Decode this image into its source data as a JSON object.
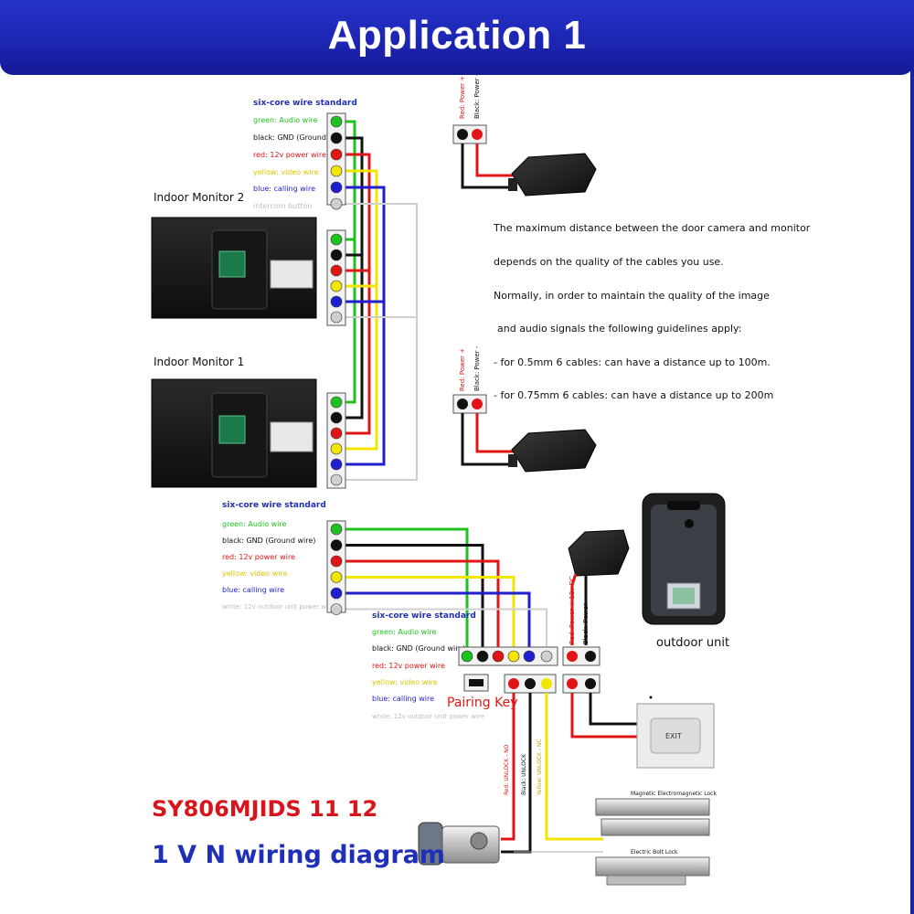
{
  "title": "Application 1",
  "colors": {
    "header": "#1c24b0",
    "green": "#1ec21e",
    "black": "#111111",
    "red": "#e01616",
    "yellow": "#f2e600",
    "blue": "#1f1fd0",
    "white": "#cfcfcf",
    "product_red": "#d8141c",
    "product_blue": "#1f2fb8"
  },
  "std_top": {
    "heading": "six-core wire standard",
    "items": [
      "green: Audio wire",
      "black: GND (Ground wire)",
      "red: 12v power wire",
      "yellow: video wire",
      "blue: calling wire",
      "intercom button"
    ]
  },
  "std_mid": {
    "heading": "six-core wire standard",
    "items": [
      "green: Audio wire",
      "black: GND (Ground wire)",
      "red: 12v power wire",
      "yellow: video wire",
      "blue: calling wire",
      "white: 12v outdoor unit power wire"
    ]
  },
  "std_low": {
    "heading": "six-core wire standard",
    "items": [
      "green: Audio wire",
      "black: GND (Ground wire)",
      "red: 12v power wire",
      "yellow: video wire",
      "blue: calling wire",
      "white: 12v outdoor unit power wire"
    ]
  },
  "monitors": {
    "m2": "Indoor Monitor 2",
    "m1": "Indoor Monitor 1"
  },
  "psu_labels": {
    "red": "Red: Power +",
    "black": "Black: Power -"
  },
  "outdoor_psu_labels": {
    "red": "Red: Power + 12v DC",
    "black": "Black: Power -"
  },
  "notes": [
    "The maximum distance between the door camera and monitor",
    "depends on the quality of the cables you use.",
    "Normally, in order to maintain the quality of the image",
    "and audio signals the following guidelines apply:",
    "- for 0.5mm   6 cables: can have a distance up to 100m.",
    "- for 0.75mm  6 cables: can have a distance up to 200m"
  ],
  "outdoor_unit": "outdoor unit",
  "pairing_key": "Pairing Key",
  "unlock_wires": {
    "red": "Red: UNLOCK - NO",
    "black": "Black: UNLOCK",
    "yellow": "Yellow: UNLOCK - NC"
  },
  "locks": {
    "magnetic": "Magnetic Electromagnetic Lock",
    "bolt": "Electric Bolt Lock"
  },
  "exit_button_text": "EXIT",
  "product": {
    "model": "SY806MJIDS 11  12",
    "subtitle": "1 V N wiring diagram"
  }
}
